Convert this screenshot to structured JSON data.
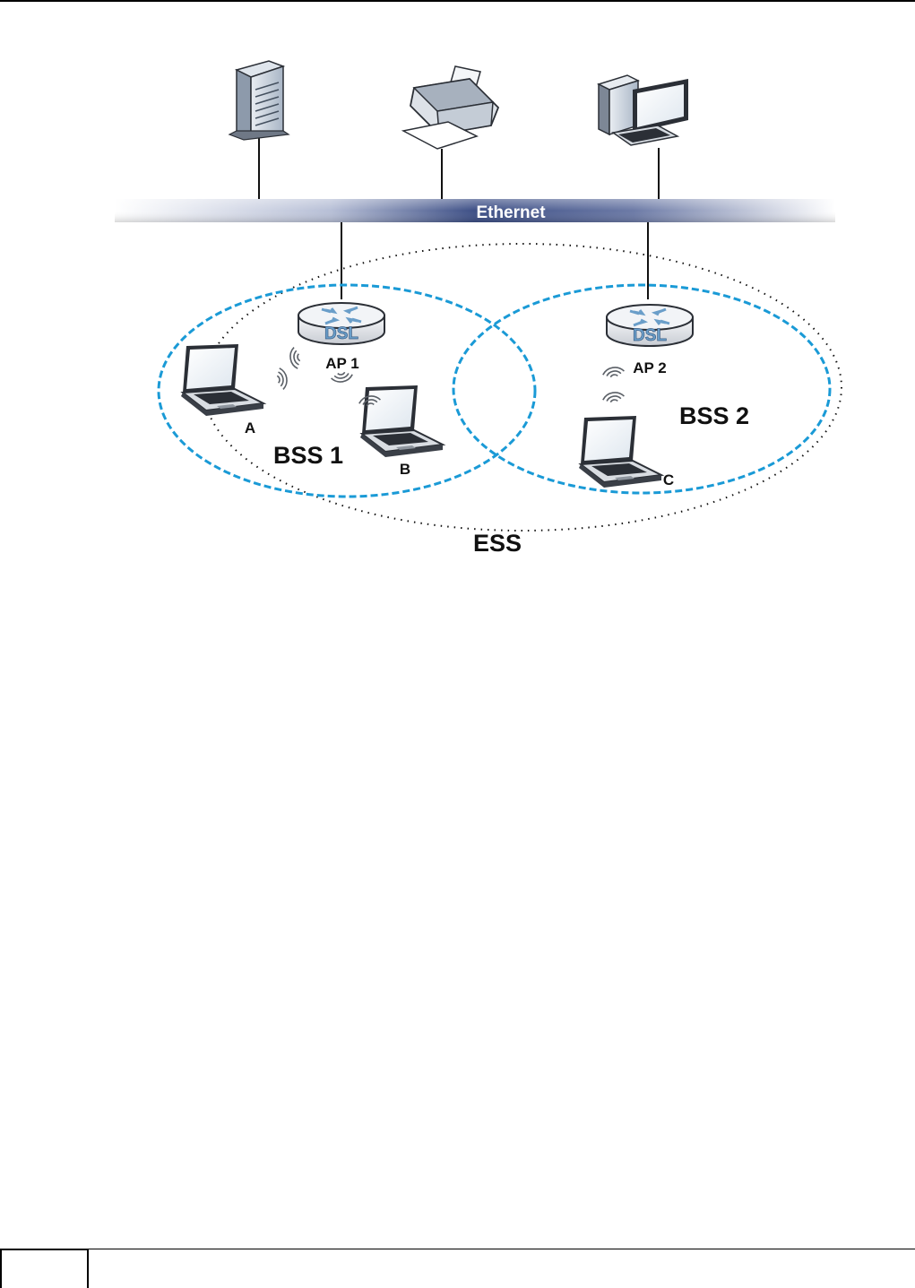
{
  "diagram": {
    "ethernet_label": "Ethernet",
    "ap1_label": "AP 1",
    "ap2_label": "AP 2",
    "dsl_badge": "DSL",
    "bss1_label": "BSS 1",
    "bss2_label": "BSS 2",
    "ess_label": "ESS",
    "laptop_a_label": "A",
    "laptop_b_label": "B",
    "laptop_c_label": "C",
    "icons": {
      "server": "server-icon",
      "printer": "printer-icon",
      "desktop": "desktop-computer-icon",
      "access_point": "router-icon",
      "laptop": "laptop-icon",
      "wireless": "wireless-signal-icon"
    },
    "colors": {
      "bss_border": "#1a9ad6",
      "ethernet_bar": "#3d4f86",
      "ap_arrows": "#6a9ec9"
    }
  }
}
